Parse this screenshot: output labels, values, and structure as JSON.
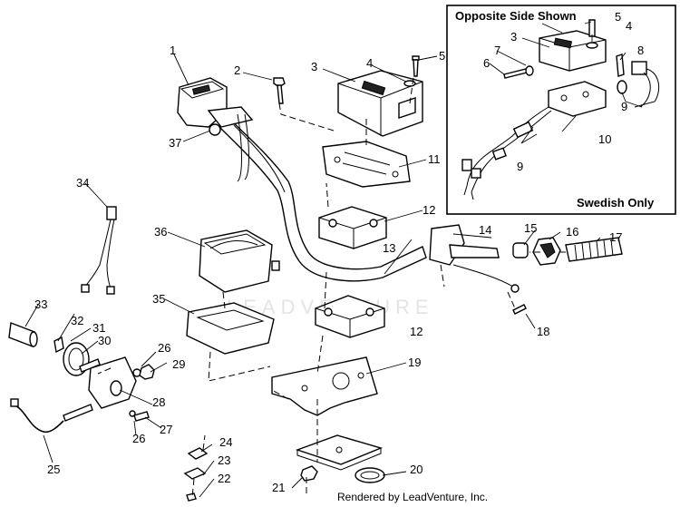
{
  "inset": {
    "title": "Opposite Side Shown",
    "footer": "Swedish Only",
    "callouts": [
      "3",
      "4",
      "5",
      "6",
      "7",
      "8",
      "9",
      "10",
      "9"
    ]
  },
  "callouts": {
    "c1": "1",
    "c2": "2",
    "c3": "3",
    "c4": "4",
    "c5": "5",
    "c11": "11",
    "c12a": "12",
    "c12b": "12",
    "c13": "13",
    "c14": "14",
    "c15": "15",
    "c16": "16",
    "c17": "17",
    "c18": "18",
    "c19": "19",
    "c20": "20",
    "c21": "21",
    "c22": "22",
    "c23": "23",
    "c24": "24",
    "c25": "25",
    "c26a": "26",
    "c26b": "26",
    "c27": "27",
    "c28": "28",
    "c29": "29",
    "c30": "30",
    "c31": "31",
    "c32": "32",
    "c33": "33",
    "c34": "34",
    "c35": "35",
    "c36": "36",
    "c37": "37"
  },
  "watermark": "LEADVENTURE",
  "credit": "Rendered by LeadVenture, Inc."
}
